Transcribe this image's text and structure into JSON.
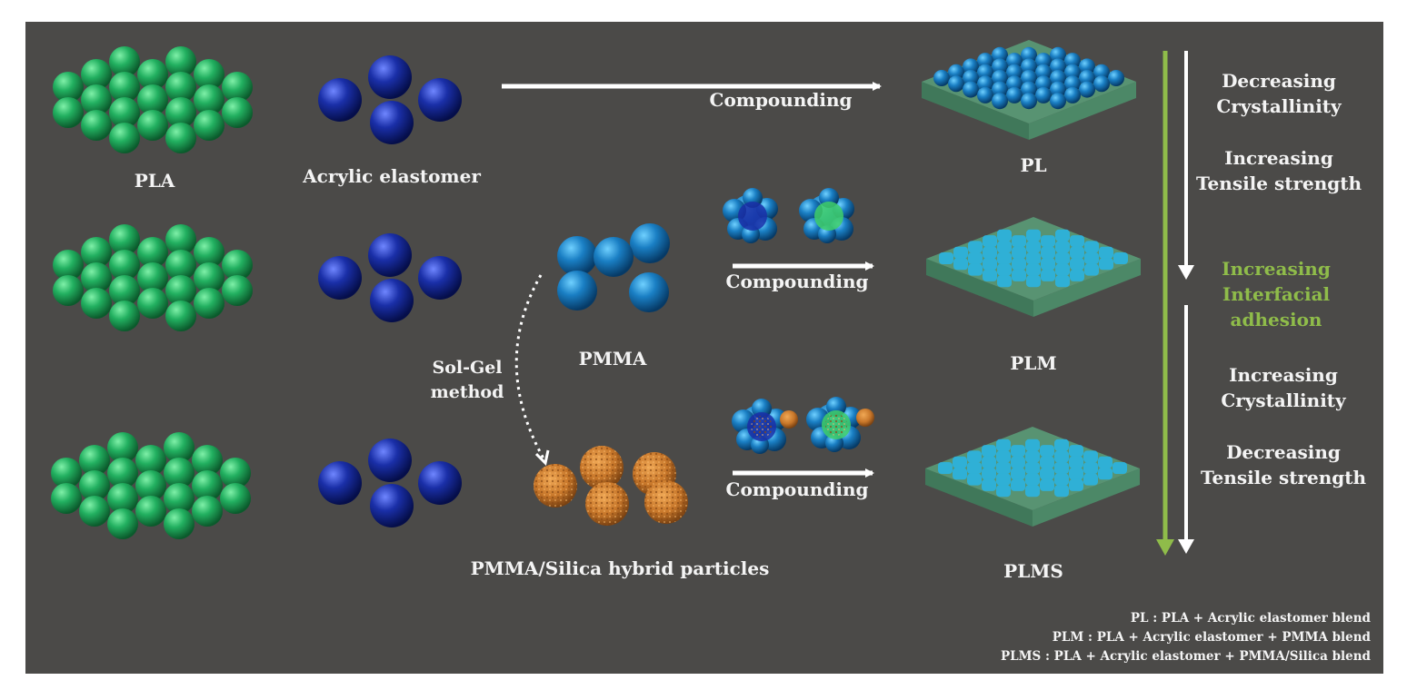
{
  "colors": {
    "background": "#4b4a48",
    "pla_sphere": "#22b060",
    "elastomer_sphere": "#1a2fa8",
    "pmma_sphere": "#1a7fc4",
    "silica_particle": "#c8772a",
    "film": "#5aa07a",
    "trend_arrow_green": "#8fbc4a",
    "arrow_white": "#ffffff"
  },
  "labels": {
    "pla": "PLA",
    "acrylic_elastomer": "Acrylic elastomer",
    "pmma": "PMMA",
    "sol_gel_1": "Sol-Gel",
    "sol_gel_2": "method",
    "hybrid": "PMMA/Silica hybrid particles",
    "compounding": "Compounding",
    "pl": "PL",
    "plm": "PLM",
    "plms": "PLMS"
  },
  "trends": {
    "t1a": "Decreasing",
    "t1b": "Crystallinity",
    "t2a": "Increasing",
    "t2b": "Tensile strength",
    "g1": "Increasing",
    "g2": "Interfacial",
    "g3": "adhesion",
    "t3a": "Increasing",
    "t3b": "Crystallinity",
    "t4a": "Decreasing",
    "t4b": "Tensile strength"
  },
  "legend": [
    "PL : PLA + Acrylic elastomer blend",
    "PLM : PLA + Acrylic elastomer + PMMA blend",
    "PLMS : PLA + Acrylic elastomer + PMMA/Silica blend"
  ]
}
